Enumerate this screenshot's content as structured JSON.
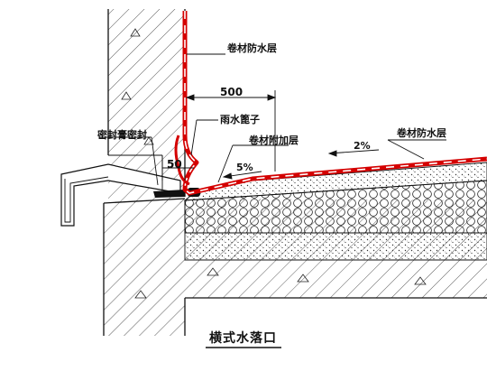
{
  "diagram": {
    "title": "横式水落口",
    "labels": {
      "membrane_top": "卷材防水层",
      "membrane_right": "卷材防水层",
      "dim_500": "500",
      "grate": "雨水篦子",
      "sealant": "密封膏密封",
      "additional_layer": "卷材附加层",
      "dim_50": "50",
      "slope_5": "5%",
      "slope_2": "2%"
    },
    "colors": {
      "membrane": "#d40000",
      "line": "#111111",
      "hatch": "#333333",
      "background": "#ffffff"
    }
  }
}
